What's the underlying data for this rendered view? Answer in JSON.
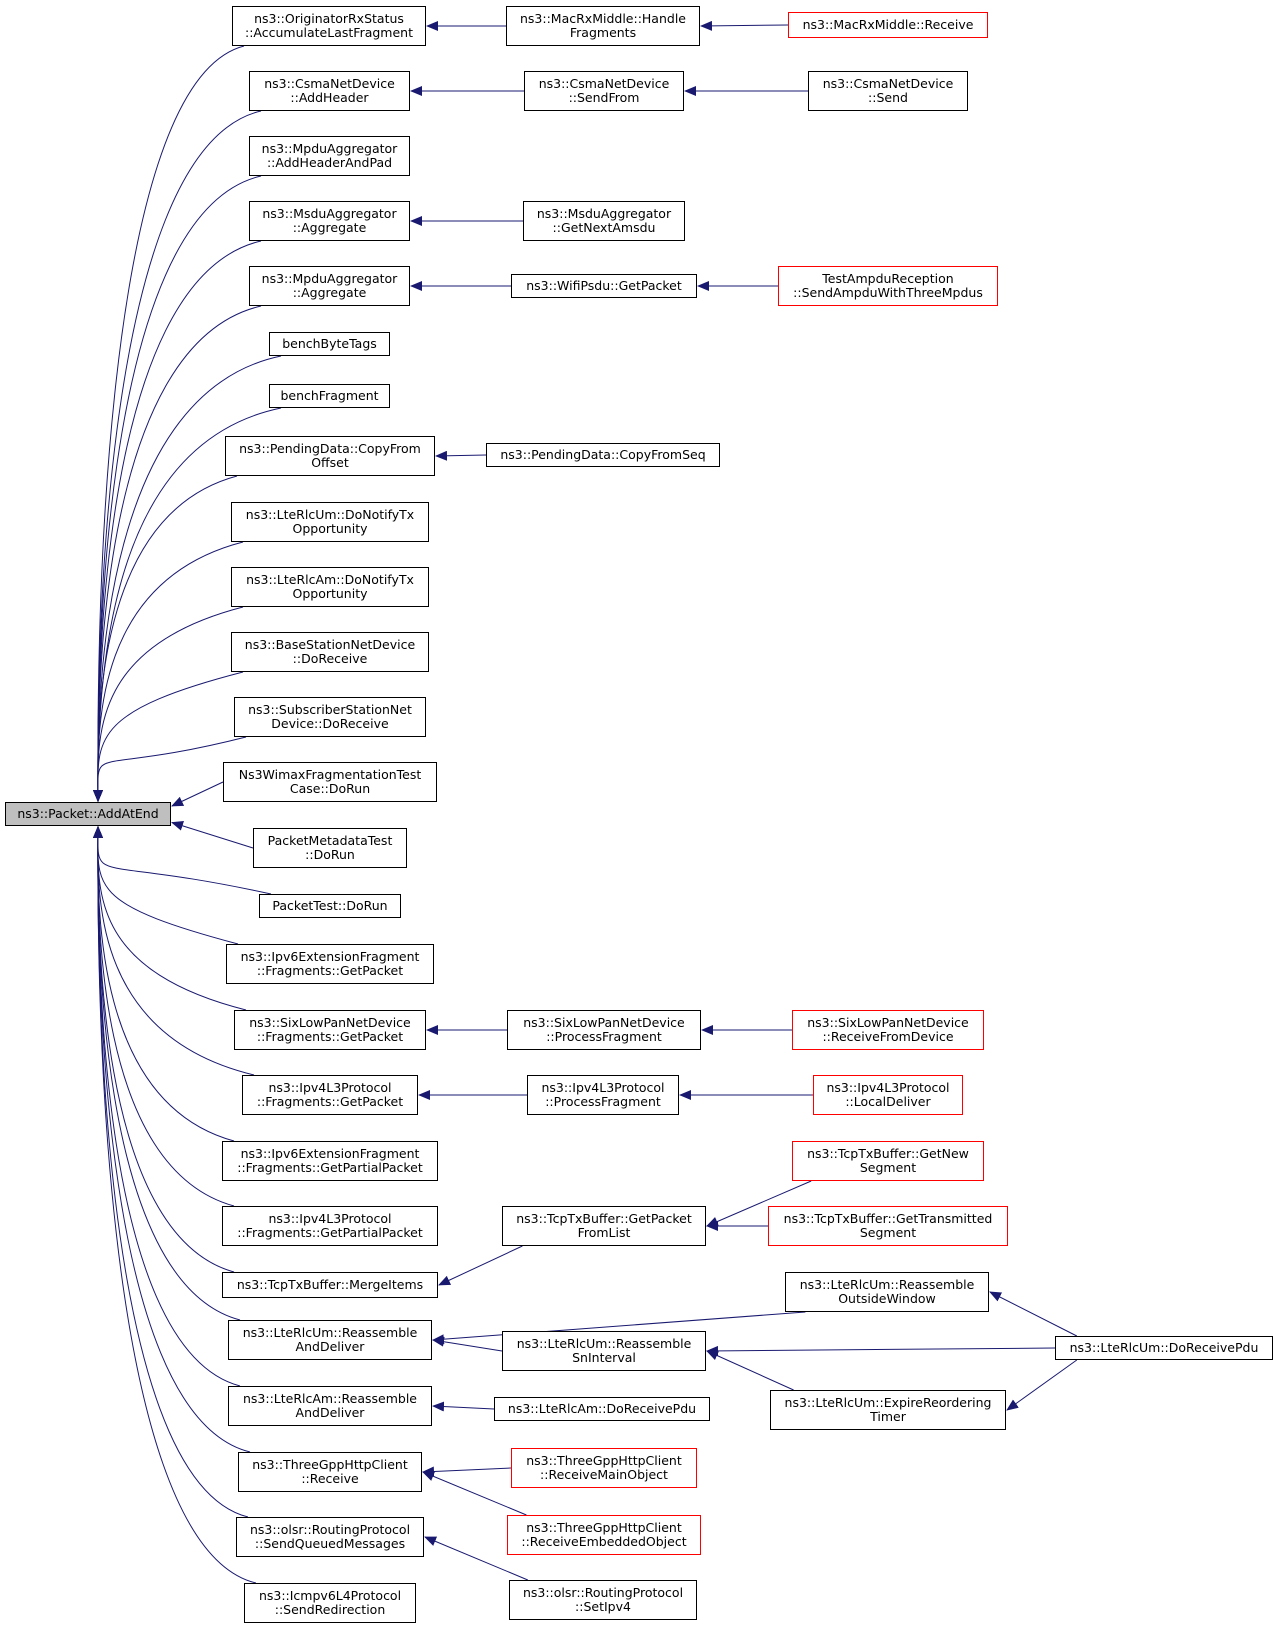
{
  "colors": {
    "edge": "#191970",
    "node_border": "#000000",
    "truncated_border": "#ff0000",
    "root_fill": "#bfbfbf"
  },
  "nodes": {
    "root": {
      "label": "ns3::Packet::AddAtEnd",
      "red": false
    },
    "n1": {
      "label": "ns3::OriginatorRxStatus\n::AccumulateLastFragment",
      "red": false
    },
    "n2": {
      "label": "ns3::CsmaNetDevice\n::AddHeader",
      "red": false
    },
    "n3": {
      "label": "ns3::MpduAggregator\n::AddHeaderAndPad",
      "red": false
    },
    "n4": {
      "label": "ns3::MsduAggregator\n::Aggregate",
      "red": false
    },
    "n5": {
      "label": "ns3::MpduAggregator\n::Aggregate",
      "red": false
    },
    "n6": {
      "label": "benchByteTags",
      "red": false
    },
    "n7": {
      "label": "benchFragment",
      "red": false
    },
    "n8": {
      "label": "ns3::PendingData::CopyFrom\nOffset",
      "red": false
    },
    "n9": {
      "label": "ns3::LteRlcUm::DoNotifyTx\nOpportunity",
      "red": false
    },
    "n10": {
      "label": "ns3::LteRlcAm::DoNotifyTx\nOpportunity",
      "red": false
    },
    "n11": {
      "label": "ns3::BaseStationNetDevice\n::DoReceive",
      "red": false
    },
    "n12": {
      "label": "ns3::SubscriberStationNet\nDevice::DoReceive",
      "red": false
    },
    "n13": {
      "label": "Ns3WimaxFragmentationTest\nCase::DoRun",
      "red": false
    },
    "n14": {
      "label": "PacketMetadataTest\n::DoRun",
      "red": false
    },
    "n15": {
      "label": "PacketTest::DoRun",
      "red": false
    },
    "n16": {
      "label": "ns3::Ipv6ExtensionFragment\n::Fragments::GetPacket",
      "red": false
    },
    "n17": {
      "label": "ns3::SixLowPanNetDevice\n::Fragments::GetPacket",
      "red": false
    },
    "n18": {
      "label": "ns3::Ipv4L3Protocol\n::Fragments::GetPacket",
      "red": false
    },
    "n19": {
      "label": "ns3::Ipv6ExtensionFragment\n::Fragments::GetPartialPacket",
      "red": false
    },
    "n20": {
      "label": "ns3::Ipv4L3Protocol\n::Fragments::GetPartialPacket",
      "red": false
    },
    "n21": {
      "label": "ns3::TcpTxBuffer::MergeItems",
      "red": false
    },
    "n22": {
      "label": "ns3::LteRlcUm::Reassemble\nAndDeliver",
      "red": false
    },
    "n23": {
      "label": "ns3::LteRlcAm::Reassemble\nAndDeliver",
      "red": false
    },
    "n24": {
      "label": "ns3::ThreeGppHttpClient\n::Receive",
      "red": false
    },
    "n25": {
      "label": "ns3::olsr::RoutingProtocol\n::SendQueuedMessages",
      "red": false
    },
    "n26": {
      "label": "ns3::Icmpv6L4Protocol\n::SendRedirection",
      "red": false
    },
    "m1": {
      "label": "ns3::MacRxMiddle::Handle\nFragments",
      "red": false
    },
    "m2": {
      "label": "ns3::CsmaNetDevice\n::SendFrom",
      "red": false
    },
    "m4": {
      "label": "ns3::MsduAggregator\n::GetNextAmsdu",
      "red": false
    },
    "m5": {
      "label": "ns3::WifiPsdu::GetPacket",
      "red": false
    },
    "m8": {
      "label": "ns3::PendingData::CopyFromSeq",
      "red": false
    },
    "m17": {
      "label": "ns3::SixLowPanNetDevice\n::ProcessFragment",
      "red": false
    },
    "m18": {
      "label": "ns3::Ipv4L3Protocol\n::ProcessFragment",
      "red": false
    },
    "m21": {
      "label": "ns3::TcpTxBuffer::GetPacket\nFromList",
      "red": false
    },
    "m22a": {
      "label": "ns3::LteRlcUm::Reassemble\nOutsideWindow",
      "red": false
    },
    "m22b": {
      "label": "ns3::LteRlcUm::Reassemble\nSnInterval",
      "red": false
    },
    "m22c": {
      "label": "ns3::LteRlcUm::ExpireReordering\nTimer",
      "red": false
    },
    "m23": {
      "label": "ns3::LteRlcAm::DoReceivePdu",
      "red": false
    },
    "m24a": {
      "label": "ns3::ThreeGppHttpClient\n::ReceiveMainObject",
      "red": true
    },
    "m24b": {
      "label": "ns3::ThreeGppHttpClient\n::ReceiveEmbeddedObject",
      "red": true
    },
    "m25": {
      "label": "ns3::olsr::RoutingProtocol\n::SetIpv4",
      "red": false
    },
    "r1": {
      "label": "ns3::MacRxMiddle::Receive",
      "red": true
    },
    "r2": {
      "label": "ns3::CsmaNetDevice\n::Send",
      "red": false
    },
    "r5": {
      "label": "TestAmpduReception\n::SendAmpduWithThreeMpdus",
      "red": true
    },
    "r17": {
      "label": "ns3::SixLowPanNetDevice\n::ReceiveFromDevice",
      "red": true
    },
    "r18": {
      "label": "ns3::Ipv4L3Protocol\n::LocalDeliver",
      "red": true
    },
    "r21a": {
      "label": "ns3::TcpTxBuffer::GetNew\nSegment",
      "red": true
    },
    "r21b": {
      "label": "ns3::TcpTxBuffer::GetTransmitted\nSegment",
      "red": true
    },
    "r22": {
      "label": "ns3::LteRlcUm::DoReceivePdu",
      "red": false
    }
  },
  "edges": [
    [
      "n1",
      "root"
    ],
    [
      "n2",
      "root"
    ],
    [
      "n3",
      "root"
    ],
    [
      "n4",
      "root"
    ],
    [
      "n5",
      "root"
    ],
    [
      "n6",
      "root"
    ],
    [
      "n7",
      "root"
    ],
    [
      "n8",
      "root"
    ],
    [
      "n9",
      "root"
    ],
    [
      "n10",
      "root"
    ],
    [
      "n11",
      "root"
    ],
    [
      "n12",
      "root"
    ],
    [
      "n13",
      "root"
    ],
    [
      "n14",
      "root"
    ],
    [
      "n15",
      "root"
    ],
    [
      "n16",
      "root"
    ],
    [
      "n17",
      "root"
    ],
    [
      "n18",
      "root"
    ],
    [
      "n19",
      "root"
    ],
    [
      "n20",
      "root"
    ],
    [
      "n21",
      "root"
    ],
    [
      "n22",
      "root"
    ],
    [
      "n23",
      "root"
    ],
    [
      "n24",
      "root"
    ],
    [
      "n25",
      "root"
    ],
    [
      "n26",
      "root"
    ],
    [
      "m1",
      "n1"
    ],
    [
      "r1",
      "m1"
    ],
    [
      "m2",
      "n2"
    ],
    [
      "r2",
      "m2"
    ],
    [
      "m4",
      "n4"
    ],
    [
      "m5",
      "n5"
    ],
    [
      "r5",
      "m5"
    ],
    [
      "m8",
      "n8"
    ],
    [
      "m17",
      "n17"
    ],
    [
      "r17",
      "m17"
    ],
    [
      "m18",
      "n18"
    ],
    [
      "r18",
      "m18"
    ],
    [
      "m21",
      "n21"
    ],
    [
      "r21a",
      "m21"
    ],
    [
      "r21b",
      "m21"
    ],
    [
      "m22a",
      "n22"
    ],
    [
      "m22b",
      "n22"
    ],
    [
      "r22",
      "m22a"
    ],
    [
      "r22",
      "m22b"
    ],
    [
      "m22c",
      "m22b"
    ],
    [
      "r22",
      "m22c"
    ],
    [
      "m23",
      "n23"
    ],
    [
      "m24a",
      "n24"
    ],
    [
      "m24b",
      "n24"
    ],
    [
      "m25",
      "n25"
    ]
  ]
}
